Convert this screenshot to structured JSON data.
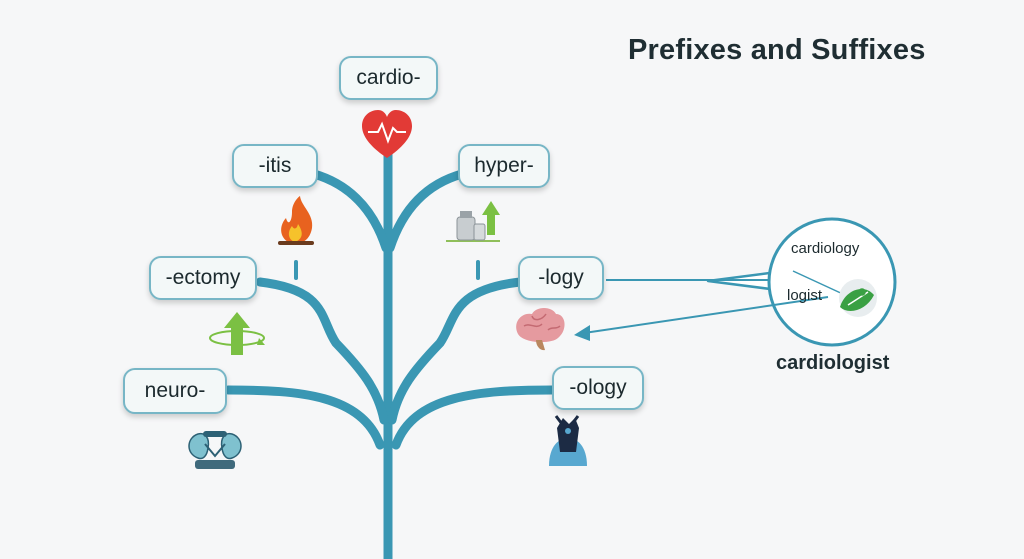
{
  "title": "Prefixes and Suffixes",
  "tree": {
    "trunk_color": "#3a97b3",
    "tags": {
      "cardio": "cardio-",
      "itis": "-itis",
      "hyper": "hyper-",
      "ectomy": "-ectomy",
      "logy": "-logy",
      "neuro": "neuro-",
      "ology": "-ology"
    },
    "icons": [
      "heart-icon",
      "fire-icon",
      "lab-bottles-arrow-icon",
      "rotate-arrow-icon",
      "brain-icon",
      "kidneys-icon",
      "anatomy-figure-icon"
    ]
  },
  "zoom_callout": {
    "word_top": "cardiology",
    "word_bottom": "logist",
    "result": "cardiologist",
    "accent_color": "#3aa043"
  }
}
